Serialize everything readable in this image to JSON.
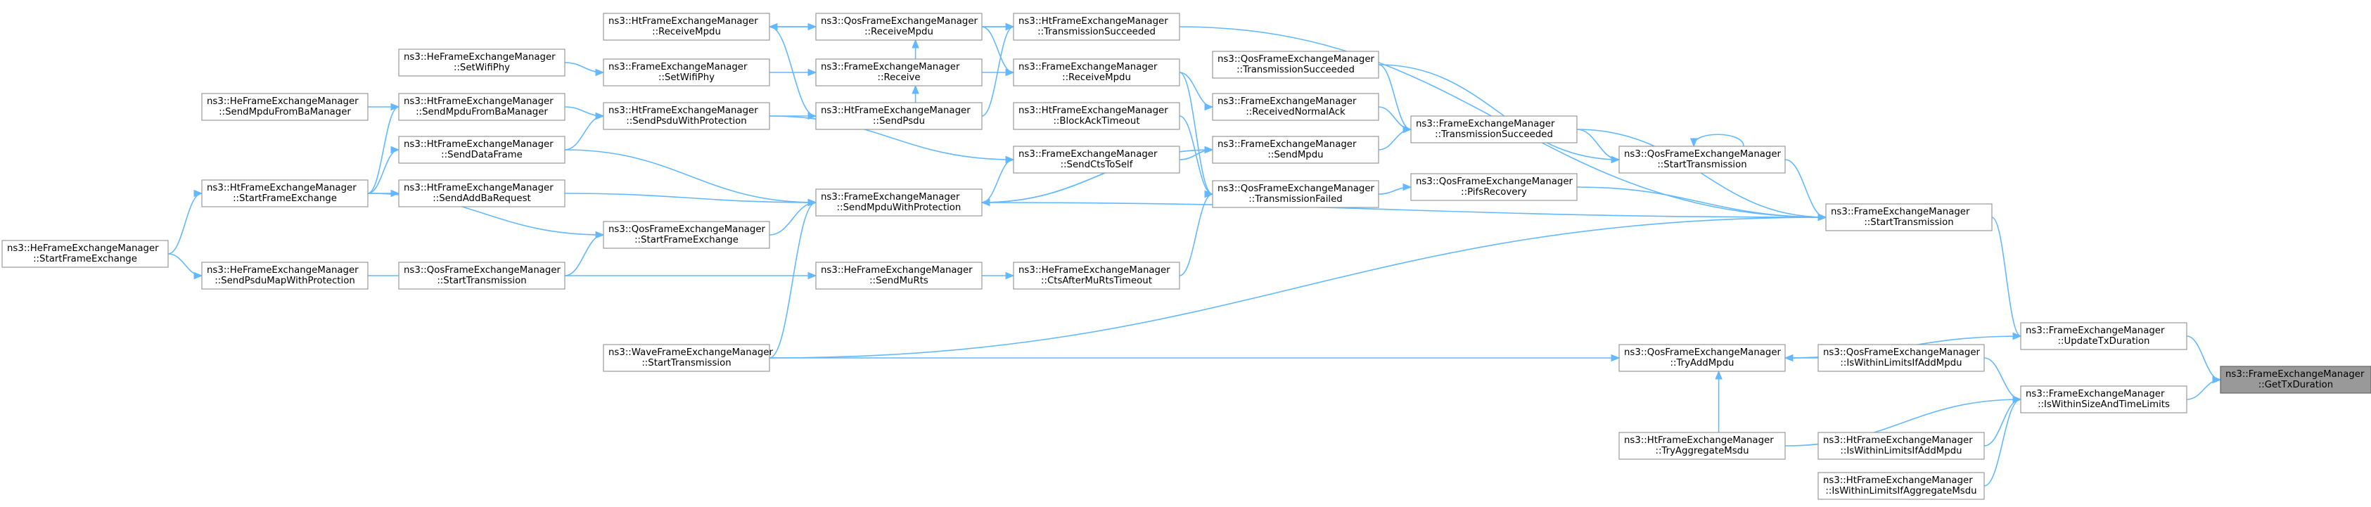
{
  "colors": {
    "edge": "#63b8ff",
    "node_border": "#999999",
    "target_fill": "#999999",
    "node_fill": "#ffffff",
    "text": "#000000"
  },
  "nodes": [
    {
      "id": "target",
      "lines": [
        "ns3::FrameExchangeManager",
        "::GetTxDuration"
      ],
      "target": true
    },
    {
      "id": "fem_updatetx",
      "lines": [
        "ns3::FrameExchangeManager",
        "::UpdateTxDuration"
      ]
    },
    {
      "id": "fem_iswithin",
      "lines": [
        "ns3::FrameExchangeManager",
        "::IsWithinSizeAndTimeLimits"
      ]
    },
    {
      "id": "fem_starttx",
      "lines": [
        "ns3::FrameExchangeManager",
        "::StartTransmission"
      ]
    },
    {
      "id": "qos_trytaddmpdu",
      "lines": [
        "ns3::QosFrameExchangeManager",
        "::TryAddMpdu"
      ]
    },
    {
      "id": "qos_iswithinmpdu",
      "lines": [
        "ns3::QosFrameExchangeManager",
        "::IsWithinLimitsIfAddMpdu"
      ]
    },
    {
      "id": "ht_tryaggmsdu",
      "lines": [
        "ns3::HtFrameExchangeManager",
        "::TryAggregateMsdu"
      ]
    },
    {
      "id": "ht_iswithinmpdu",
      "lines": [
        "ns3::HtFrameExchangeManager",
        "::IsWithinLimitsIfAddMpdu"
      ]
    },
    {
      "id": "ht_iswithinaggmsdu",
      "lines": [
        "ns3::HtFrameExchangeManager",
        "::IsWithinLimitsIfAggregateMsdu"
      ]
    },
    {
      "id": "qos_starttx",
      "lines": [
        "ns3::QosFrameExchangeManager",
        "::StartTransmission"
      ]
    },
    {
      "id": "wave_starttx",
      "lines": [
        "ns3::WaveFrameExchangeManager",
        "::StartTransmission"
      ]
    },
    {
      "id": "fem_sendmpduwp",
      "lines": [
        "ns3::FrameExchangeManager",
        "::SendMpduWithProtection"
      ]
    },
    {
      "id": "fem_txsucc",
      "lines": [
        "ns3::FrameExchangeManager",
        "::TransmissionSucceeded"
      ]
    },
    {
      "id": "qos_pifs",
      "lines": [
        "ns3::QosFrameExchangeManager",
        "::PifsRecovery"
      ]
    },
    {
      "id": "ht_txsucc",
      "lines": [
        "ns3::HtFrameExchangeManager",
        "::TransmissionSucceeded"
      ]
    },
    {
      "id": "qos_txsucc",
      "lines": [
        "ns3::QosFrameExchangeManager",
        "::TransmissionSucceeded"
      ]
    },
    {
      "id": "fem_recvnormalack",
      "lines": [
        "ns3::FrameExchangeManager",
        "::ReceivedNormalAck"
      ]
    },
    {
      "id": "fem_sendmpdu",
      "lines": [
        "ns3::FrameExchangeManager",
        "::SendMpdu"
      ]
    },
    {
      "id": "qos_txfailed",
      "lines": [
        "ns3::QosFrameExchangeManager",
        "::TransmissionFailed"
      ]
    },
    {
      "id": "ht_recvmpdu_c3",
      "lines": [
        "ns3::HtFrameExchangeManager",
        "::ReceiveMpdu"
      ]
    },
    {
      "id": "qos_recvmpdu",
      "lines": [
        "ns3::QosFrameExchangeManager",
        "::ReceiveMpdu"
      ]
    },
    {
      "id": "fem_recvmpdu",
      "lines": [
        "ns3::FrameExchangeManager",
        "::ReceiveMpdu"
      ]
    },
    {
      "id": "fem_receive",
      "lines": [
        "ns3::FrameExchangeManager",
        "::Receive"
      ]
    },
    {
      "id": "fem_setwifiphy",
      "lines": [
        "ns3::FrameExchangeManager",
        "::SetWifiPhy"
      ]
    },
    {
      "id": "he_setwifiphy",
      "lines": [
        "ns3::HeFrameExchangeManager",
        "::SetWifiPhy"
      ]
    },
    {
      "id": "ht_sendpsdu",
      "lines": [
        "ns3::HtFrameExchangeManager",
        "::SendPsdu"
      ]
    },
    {
      "id": "ht_blockacktimeout",
      "lines": [
        "ns3::HtFrameExchangeManager",
        "::BlockAckTimeout"
      ]
    },
    {
      "id": "fem_sendctstoself",
      "lines": [
        "ns3::FrameExchangeManager",
        "::SendCtsToSelf"
      ]
    },
    {
      "id": "ht_sendpsduwp",
      "lines": [
        "ns3::HtFrameExchangeManager",
        "::SendPsduWithProtection"
      ]
    },
    {
      "id": "ht_sendmpdufromba",
      "lines": [
        "ns3::HtFrameExchangeManager",
        "::SendMpduFromBaManager"
      ]
    },
    {
      "id": "he_sendmpdufromba",
      "lines": [
        "ns3::HeFrameExchangeManager",
        "::SendMpduFromBaManager"
      ]
    },
    {
      "id": "ht_senddataframe",
      "lines": [
        "ns3::HtFrameExchangeManager",
        "::SendDataFrame"
      ]
    },
    {
      "id": "ht_sendaddbareq",
      "lines": [
        "ns3::HtFrameExchangeManager",
        "::SendAddBaRequest"
      ]
    },
    {
      "id": "ht_startfe",
      "lines": [
        "ns3::HtFrameExchangeManager",
        "::StartFrameExchange"
      ]
    },
    {
      "id": "he_startfe",
      "lines": [
        "ns3::HeFrameExchangeManager",
        "::StartFrameExchange"
      ]
    },
    {
      "id": "qos_startfe",
      "lines": [
        "ns3::QosFrameExchangeManager",
        "::StartFrameExchange"
      ]
    },
    {
      "id": "qos_starttx_c2",
      "lines": [
        "ns3::QosFrameExchangeManager",
        "::StartTransmission"
      ]
    },
    {
      "id": "he_sendpsdumapwp",
      "lines": [
        "ns3::HeFrameExchangeManager",
        "::SendPsduMapWithProtection"
      ]
    },
    {
      "id": "he_sendmurts",
      "lines": [
        "ns3::HeFrameExchangeManager",
        "::SendMuRts"
      ]
    },
    {
      "id": "he_ctsaftermurtstimeout",
      "lines": [
        "ns3::HeFrameExchangeManager",
        "::CtsAfterMuRtsTimeout"
      ]
    }
  ]
}
